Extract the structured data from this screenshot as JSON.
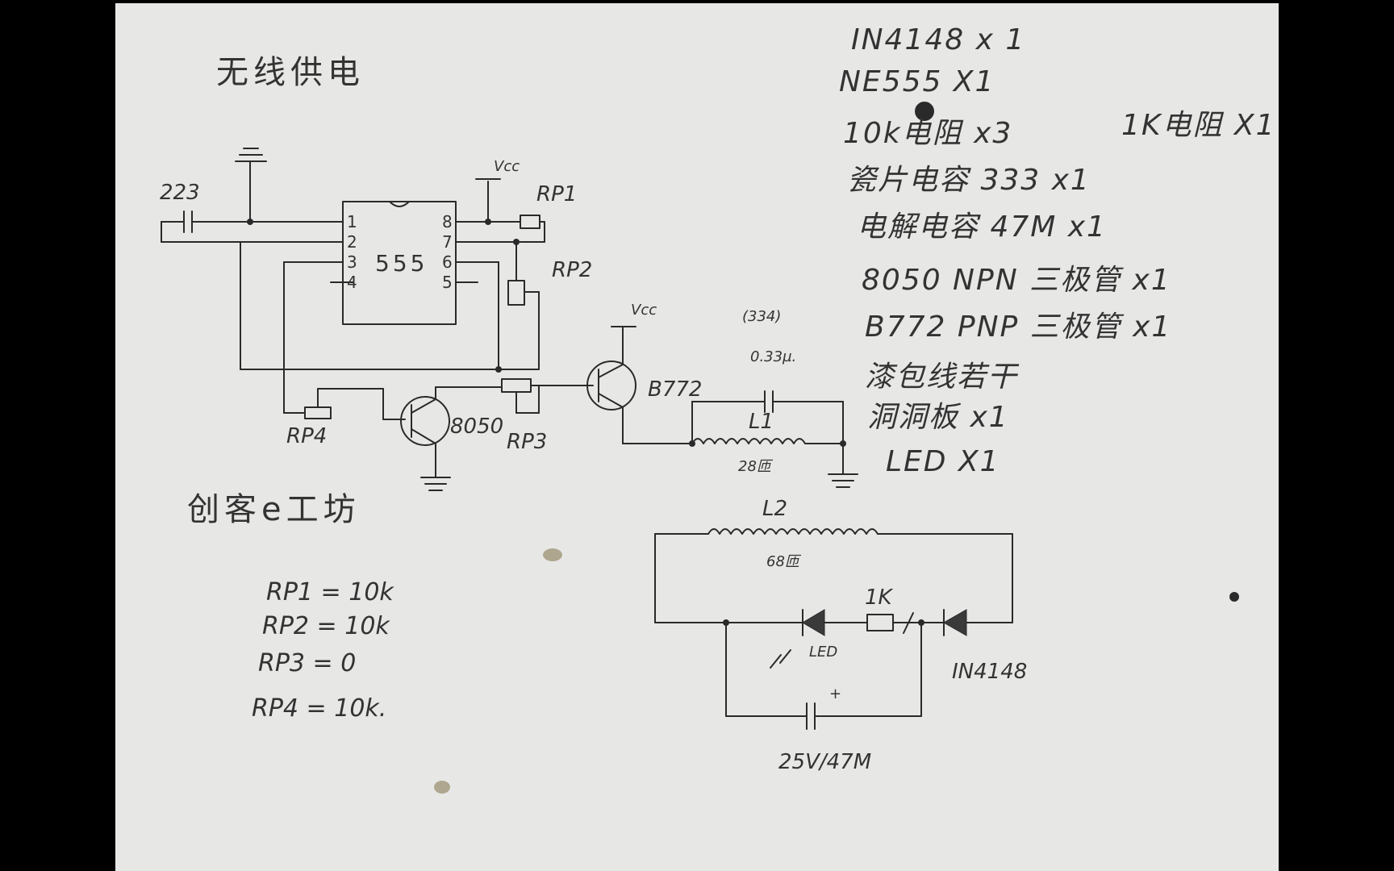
{
  "title": "无线供电",
  "credit": "创客e工坊",
  "bom": [
    "IN4148 x 1",
    "NE555 X1",
    "10k电阻 x3",
    "瓷片电容 333 x1",
    "电解电容 47M x1",
    "8050 NPN 三极管 x1",
    "B772 PNP 三极管 x1",
    "漆包线若干",
    "洞洞板 x1",
    "LED X1"
  ],
  "bom_extra": "1K电阻 X1",
  "schematic": {
    "cap_left": "223",
    "chip": "555",
    "pins_left": [
      "1",
      "2",
      "3",
      "4"
    ],
    "pins_right": [
      "8",
      "7",
      "6",
      "5"
    ],
    "vcc": "Vcc",
    "rp1": "RP1",
    "rp2": "RP2",
    "rp3": "RP3",
    "rp4": "RP4",
    "npn": "8050",
    "pnp": "B772",
    "cap_code": "(334)",
    "cap_value": "0.33µ.",
    "l1": "L1",
    "l1_turns": "28匝",
    "l2": "L2",
    "l2_turns": "68匝",
    "r_1k": "1K",
    "led": "LED",
    "diode": "IN4148",
    "cap_out": "25V/47M",
    "cap_plus": "+"
  },
  "values": [
    "RP1 = 10k",
    "RP2 = 10k",
    "RP3 = 0",
    "RP4 = 10k."
  ]
}
